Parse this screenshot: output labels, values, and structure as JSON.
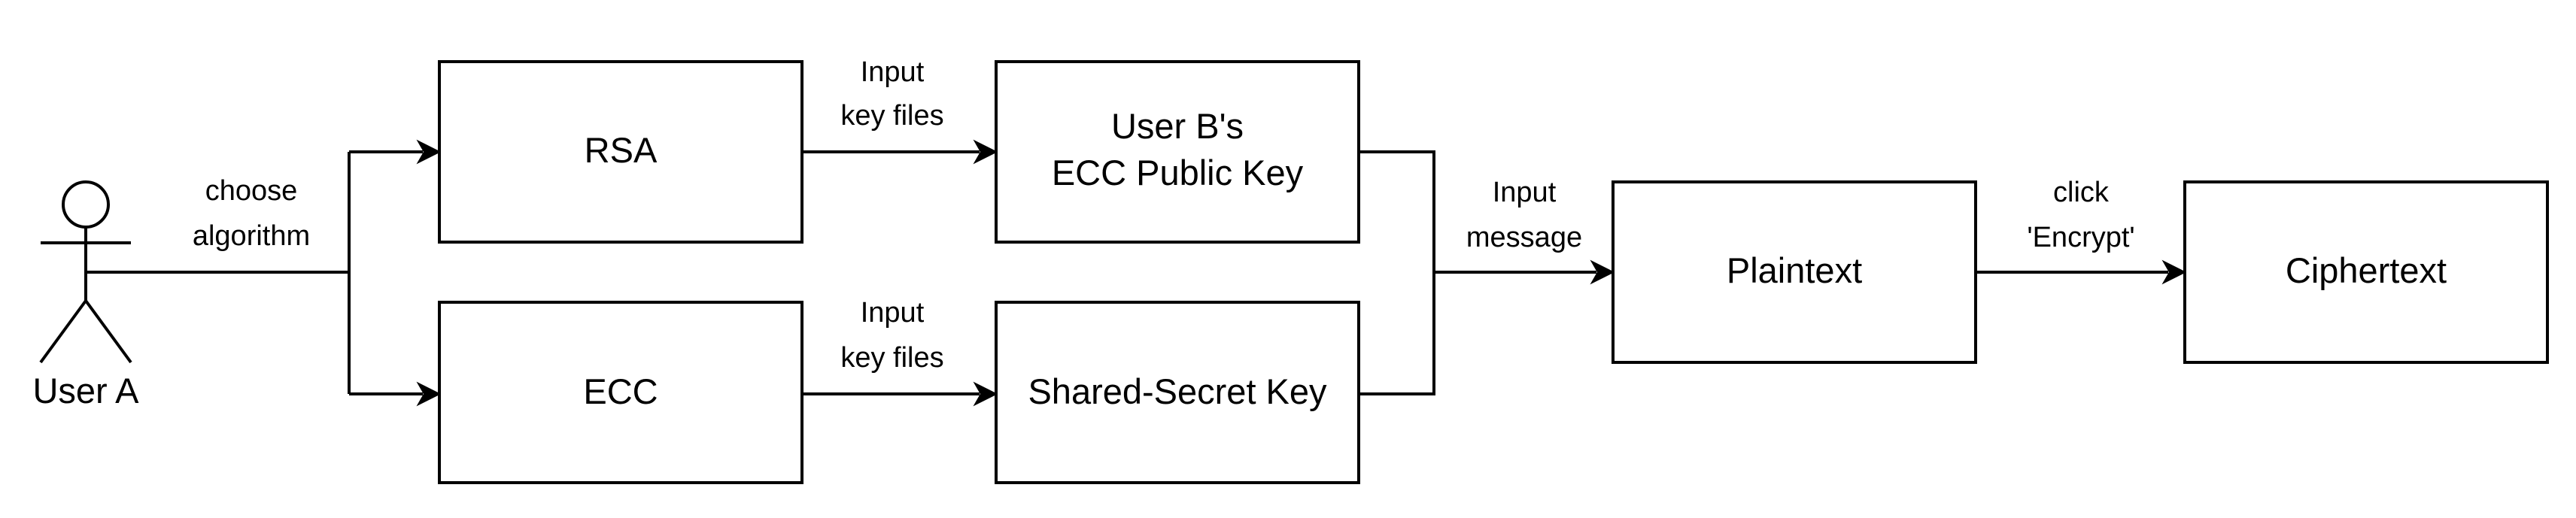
{
  "actor": {
    "label": "User A"
  },
  "boxes": {
    "rsa": {
      "line1": "RSA"
    },
    "ecc": {
      "line1": "ECC"
    },
    "user_b_key": {
      "line1": "User B's",
      "line2": "ECC Public Key"
    },
    "shared_secret": {
      "line1": "Shared-Secret Key"
    },
    "plaintext": {
      "line1": "Plaintext"
    },
    "ciphertext": {
      "line1": "Ciphertext"
    }
  },
  "edges": {
    "choose_algorithm": {
      "line1": "choose",
      "line2": "algorithm"
    },
    "input_key_files_top": {
      "line1": "Input",
      "line2": "key files"
    },
    "input_key_files_bottom": {
      "line1": "Input",
      "line2": "key files"
    },
    "input_message": {
      "line1": "Input",
      "line2": "message"
    },
    "click_encrypt": {
      "line1": "click",
      "line2": "'Encrypt'"
    }
  },
  "colors": {
    "stroke": "#000000",
    "background": "#ffffff"
  }
}
